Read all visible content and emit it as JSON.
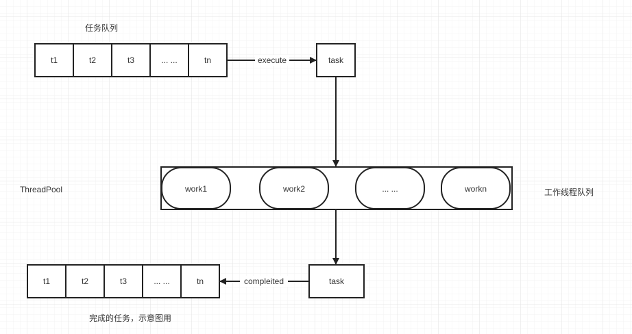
{
  "labels": {
    "task_queue": "任务队列",
    "thread_pool": "ThreadPool",
    "worker_queue": "工作线程队列",
    "completed_caption": "完成的任务，示意图用"
  },
  "task_queue": [
    "t1",
    "t2",
    "t3",
    "... ...",
    "tn"
  ],
  "completed_queue": [
    "t1",
    "t2",
    "t3",
    "... ...",
    "tn"
  ],
  "workers": [
    "work1",
    "work2",
    "... ...",
    "workn"
  ],
  "edges": {
    "execute": "execute",
    "completed": "compleited"
  },
  "task_top": "task",
  "task_bottom": "task"
}
